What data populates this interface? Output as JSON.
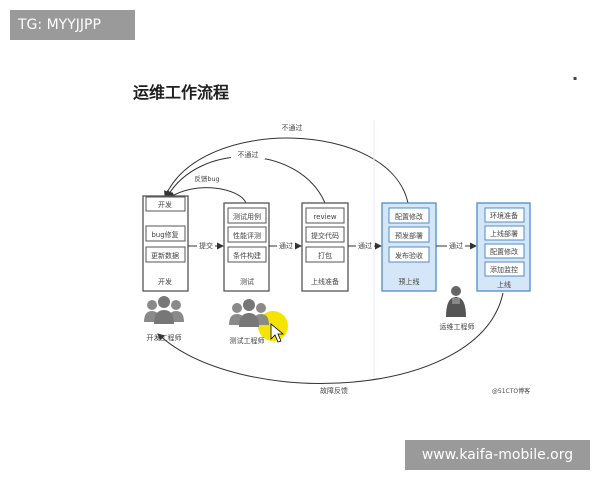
{
  "overlay": {
    "tg_label": "TG: MYYJJPP",
    "watermark": "www.kaifa-mobile.org"
  },
  "slide": {
    "title": "运维工作流程",
    "source": "@51CTO博客",
    "columns": {
      "dev": {
        "top": "开发",
        "items": [
          "bug修复",
          "更新数据"
        ],
        "bottom": "开发"
      },
      "test": {
        "items": [
          "测试用例",
          "性能评测",
          "条件构建"
        ],
        "bottom": "测试"
      },
      "prep": {
        "items": [
          "review",
          "提交代码",
          "打包"
        ],
        "bottom": "上线准备"
      },
      "pre": {
        "items": [
          "配置修改",
          "预发部署",
          "发布验收"
        ],
        "bottom": "预上线"
      },
      "live": {
        "items": [
          "环境准备",
          "上线部署",
          "配置修改",
          "添加监控"
        ],
        "bottom": "上线"
      }
    },
    "arrows": {
      "commit": "提交",
      "pass1": "通过",
      "pass2": "通过",
      "pass3": "通过"
    },
    "loops": {
      "fail_outer": "不通过",
      "fail_inner": "不通过",
      "bug_feedback": "反馈bug",
      "fault_feedback": "故障反馈"
    },
    "people": {
      "dev": "开发工程师",
      "test": "测试工程师",
      "ops": "运维工程师"
    },
    "colors": {
      "accent_blue": "#d4e6f7",
      "cursor_highlight": "#f5e400"
    }
  }
}
